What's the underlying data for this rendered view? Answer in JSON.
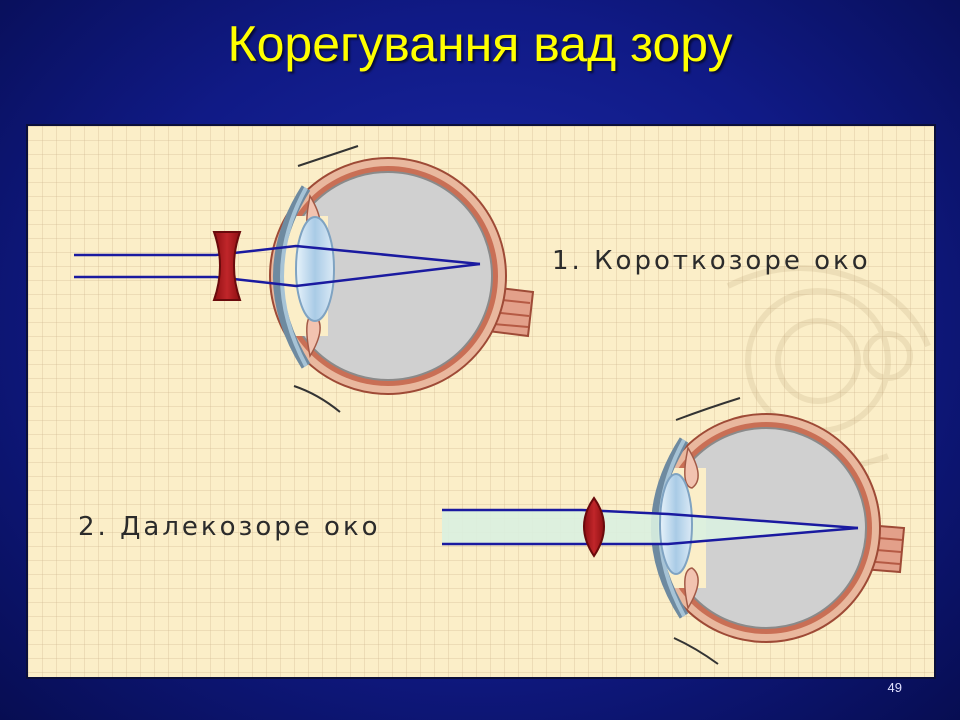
{
  "slide": {
    "title": "Корегування вад зору",
    "page_number": "49"
  },
  "diagram": {
    "label_myopic": "1. Короткозоре око",
    "label_hyperopic": "2. Далекозоре око"
  },
  "colors": {
    "background": "#101a86",
    "title": "#ffff00",
    "panel": "#fbeec8",
    "correcting_lens": "#a8171a",
    "eye_lens": "#bcd8ee",
    "rays": "#1a1aa0",
    "eye_interior": "#cfcfcf",
    "sclera": "#e8b79a"
  }
}
